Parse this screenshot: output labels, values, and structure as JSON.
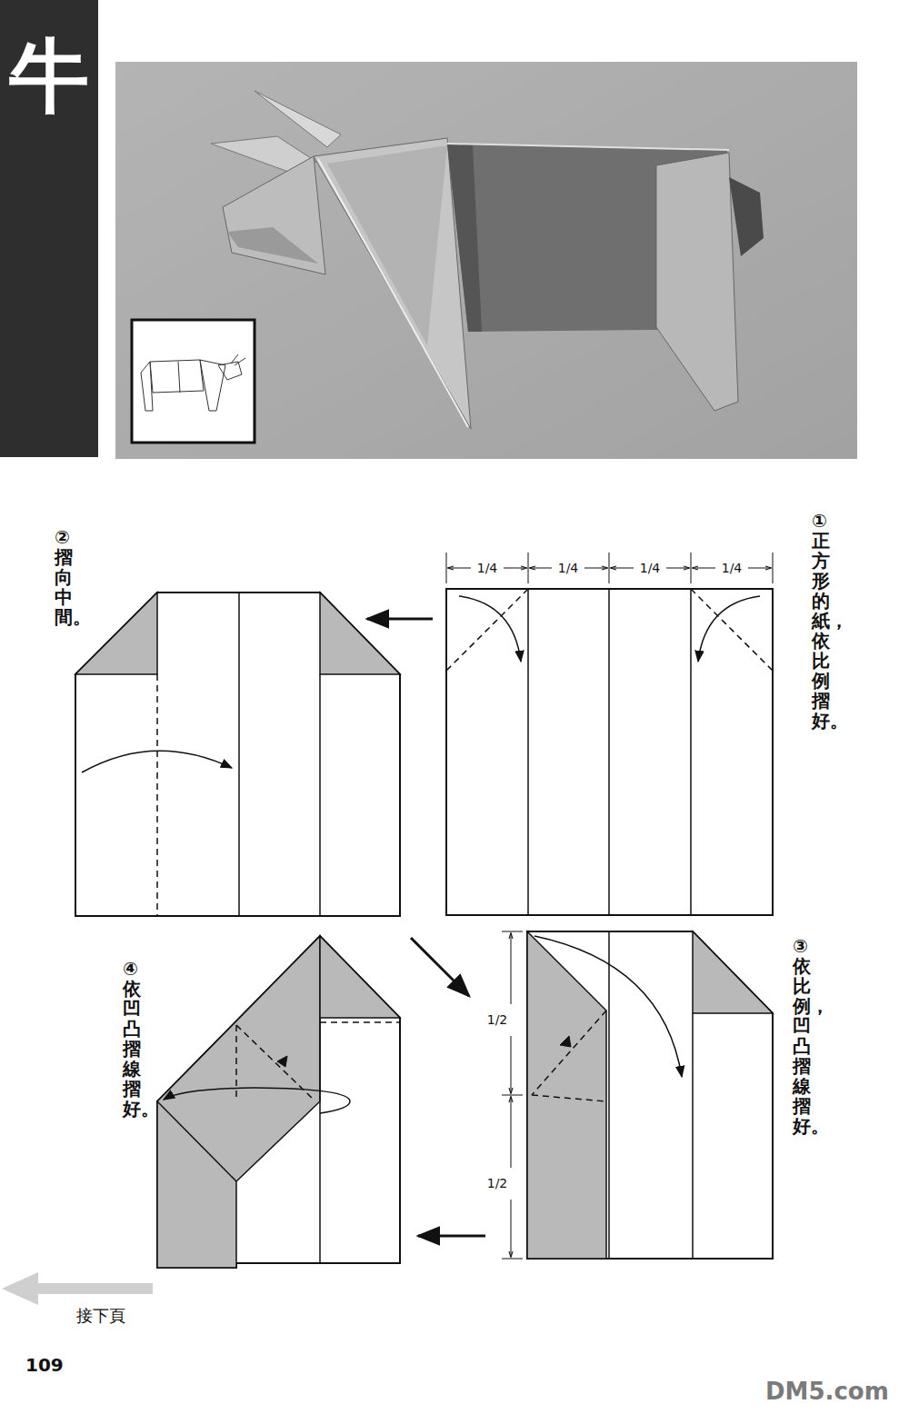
{
  "diagram": {
    "title": "牛",
    "labels": [
      "①正方形的紙，依比例摺好。",
      "1/4",
      "1/4",
      "1/4",
      "1/4",
      "②摺向中間。",
      "③依比例，凹凸摺線摺好。",
      "1/2",
      "1/2",
      "④依凹凸摺線摺好。",
      "接下頁",
      "109",
      "DM5.com"
    ]
  }
}
